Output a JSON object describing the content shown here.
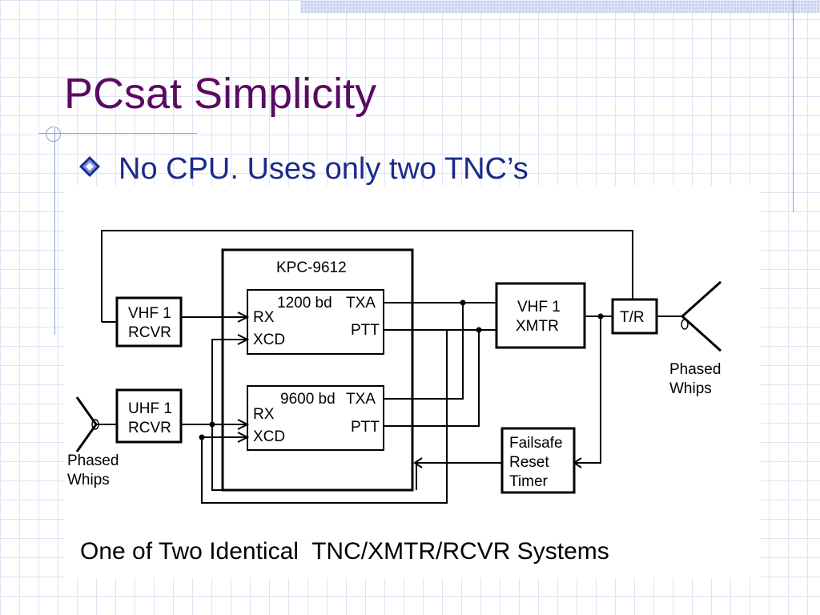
{
  "slide": {
    "title": "PCsat Simplicity",
    "bullet": "No CPU.  Uses only two TNC’s",
    "bullet_icon": "diamond-bullet-icon",
    "caption": "One of Two Identical  TNC/XMTR/RCVR Systems",
    "colors": {
      "title": "#5b0a63",
      "bullet_text": "#1a2a8c",
      "grid": "#dfe4f3"
    }
  },
  "diagram": {
    "kpc_label": "KPC-9612",
    "tnc1": {
      "speed": "1200 bd",
      "rx": "RX",
      "xcd": "XCD",
      "txa": "TXA",
      "ptt": "PTT"
    },
    "tnc2": {
      "speed": "9600 bd",
      "rx": "RX",
      "xcd": "XCD",
      "txa": "TXA",
      "ptt": "PTT"
    },
    "vhf_rcvr": {
      "line1": "VHF 1",
      "line2": "RCVR"
    },
    "uhf_rcvr": {
      "line1": "UHF 1",
      "line2": "RCVR"
    },
    "vhf_xmtr": {
      "line1": "VHF 1",
      "line2": "XMTR"
    },
    "tr_switch": "T/R",
    "failsafe": {
      "line1": "Failsafe",
      "line2": "Reset",
      "line3": "Timer"
    },
    "whips_right": {
      "line1": "Phased",
      "line2": "Whips"
    },
    "whips_left": {
      "line1": "Phased",
      "line2": "Whips"
    }
  }
}
